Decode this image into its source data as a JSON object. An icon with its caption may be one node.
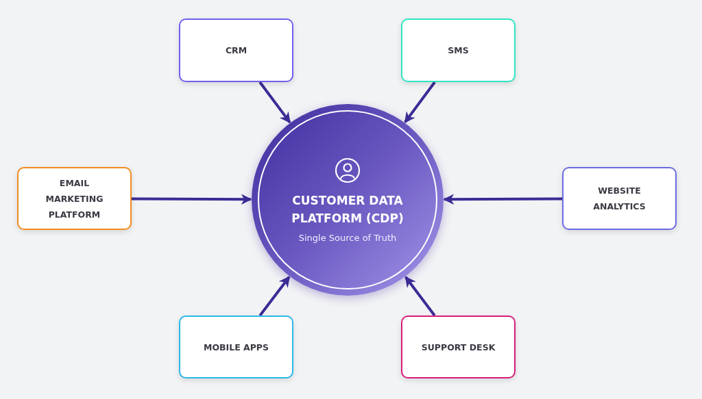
{
  "diagram": {
    "nodes": [
      {
        "text": [
          "CRM"
        ]
      },
      {
        "text": [
          "SMS"
        ]
      },
      {
        "text": [
          "EMAIL MARKETING PLATFORM"
        ]
      },
      {
        "text": [
          "CUSTOMER DATA PLATFORM (CDP)",
          "Single Source of Truth"
        ]
      },
      {
        "text": [
          "WEBSITE ANALYTICS"
        ]
      },
      {
        "text": [
          "MOBILE APPS"
        ]
      },
      {
        "text": [
          "SUPPORT DESK"
        ]
      }
    ],
    "edges": [
      {
        "from": 0,
        "to": 3,
        "arrow": "to"
      },
      {
        "from": 1,
        "to": 3,
        "arrow": "to"
      },
      {
        "from": 2,
        "to": 3,
        "arrow": "to"
      },
      {
        "from": 4,
        "to": 3,
        "arrow": "to"
      },
      {
        "from": 5,
        "to": 3,
        "arrow": "to"
      },
      {
        "from": 6,
        "to": 3,
        "arrow": "to"
      }
    ]
  }
}
